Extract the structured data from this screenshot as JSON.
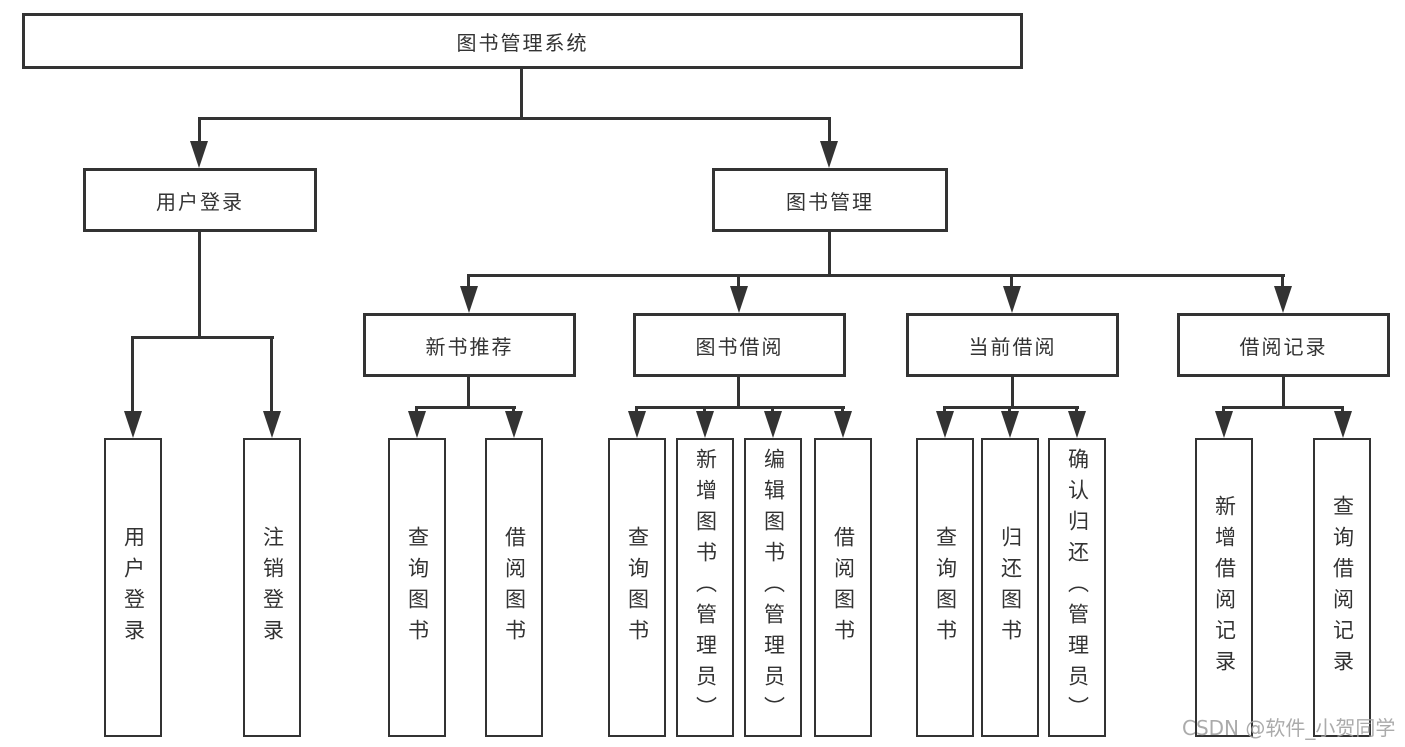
{
  "diagram": {
    "root": {
      "label": "图书管理系统"
    },
    "level2": [
      {
        "label": "用户登录"
      },
      {
        "label": "图书管理"
      }
    ],
    "level3": [
      {
        "label": "新书推荐"
      },
      {
        "label": "图书借阅"
      },
      {
        "label": "当前借阅"
      },
      {
        "label": "借阅记录"
      }
    ],
    "leaves": [
      "用户登录",
      "注销登录",
      "查询图书",
      "借阅图书",
      "查询图书",
      "新增图书（管理员）",
      "编辑图书（管理员）",
      "借阅图书",
      "查询图书",
      "归还图书",
      "确认归还（管理员）",
      "新增借阅记录",
      "查询借阅记录"
    ]
  },
  "watermark": {
    "text": "CSDN @软件_小贺同学"
  },
  "colors": {
    "line": "#333333",
    "text": "#333333",
    "background": "#ffffff",
    "watermark": "#a2a2a2"
  }
}
